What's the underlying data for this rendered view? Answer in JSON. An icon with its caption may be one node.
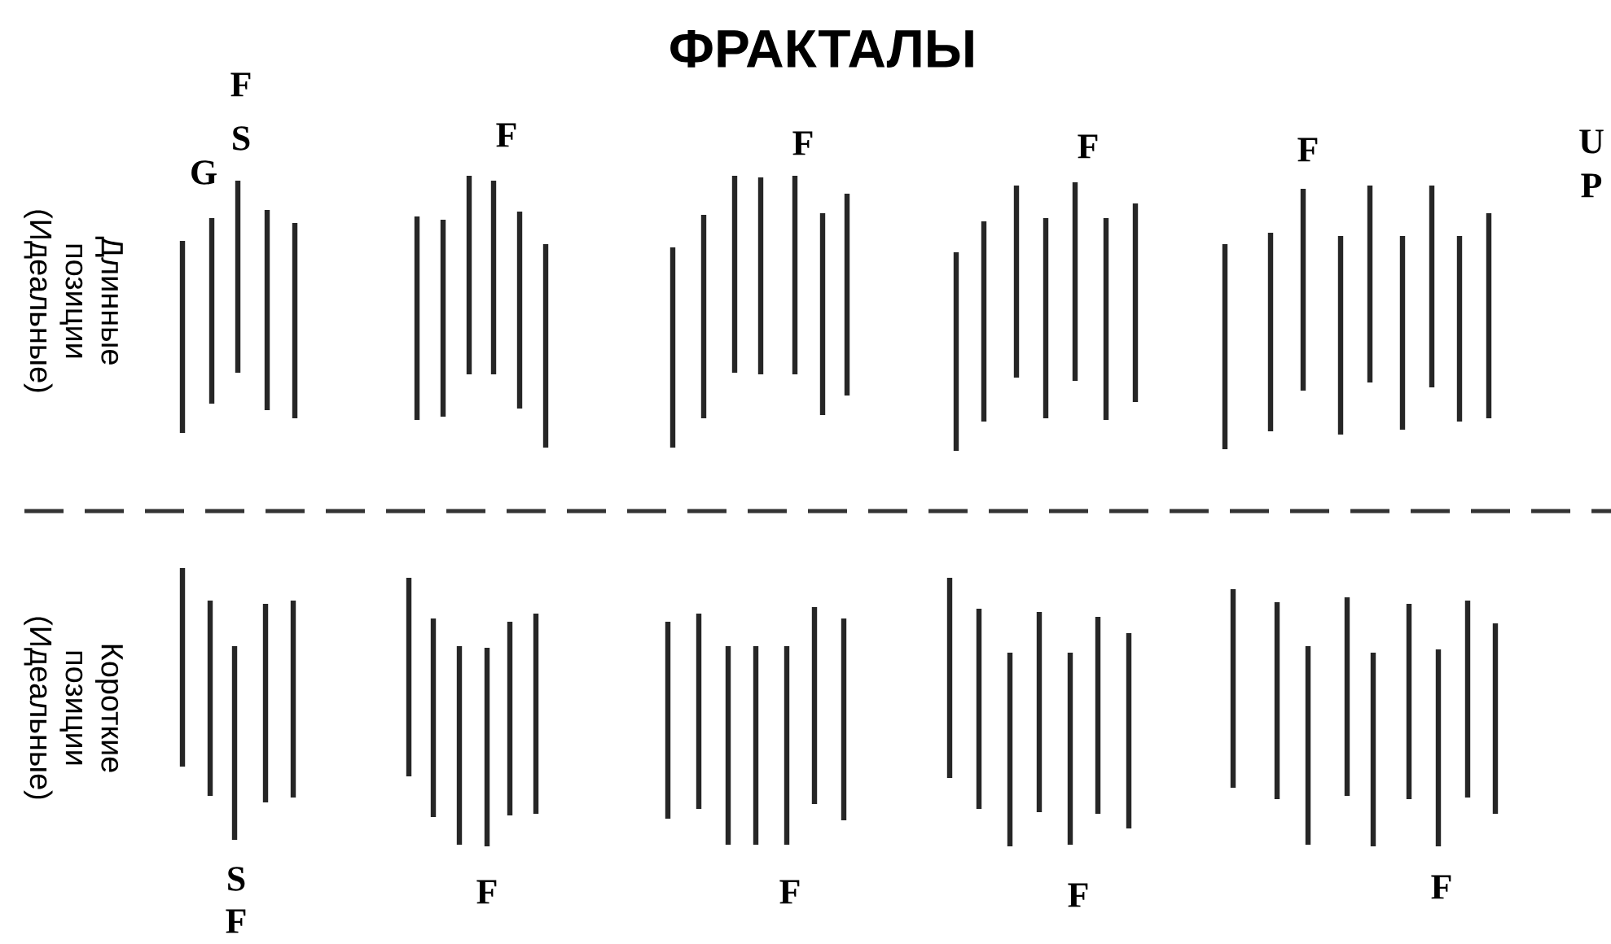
{
  "diagram": {
    "title": "ФРАКТАЛЫ",
    "labels": [
      "Длинные позиции (Идеальные)",
      "F",
      "S",
      "G",
      "F",
      "F",
      "F",
      "F",
      "U",
      "P",
      "Короткие позиции (Идеальные)",
      "S",
      "F",
      "F",
      "F",
      "F",
      "F"
    ]
  }
}
